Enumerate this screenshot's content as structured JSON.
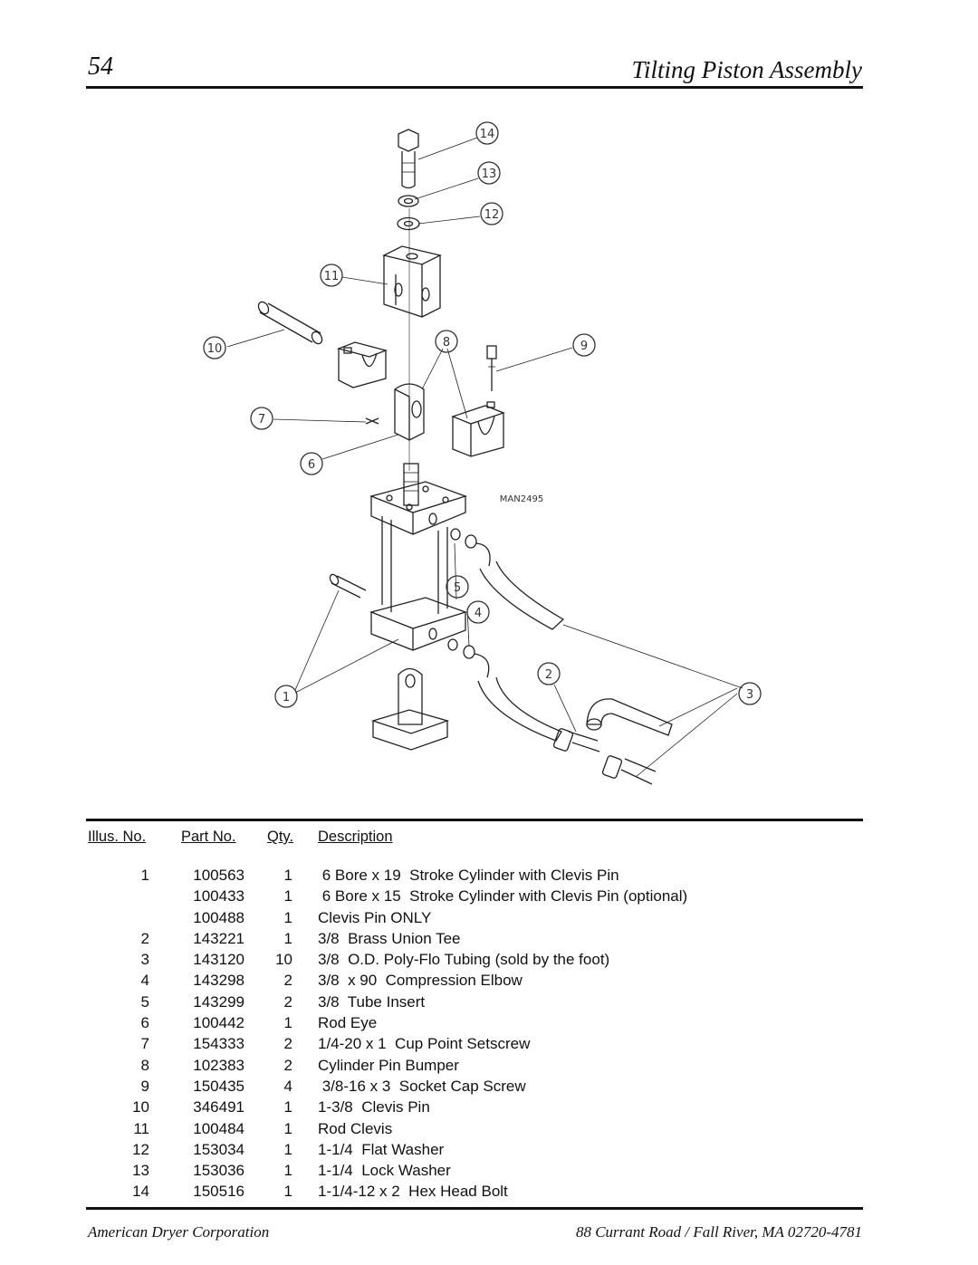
{
  "header": {
    "page_number": "54",
    "title": "Tilting Piston Assembly"
  },
  "drawing": {
    "callouts": [
      "1",
      "2",
      "3",
      "4",
      "5",
      "6",
      "7",
      "8",
      "9",
      "10",
      "11",
      "12",
      "13",
      "14"
    ],
    "drawing_code": "MAN2495"
  },
  "parts_table": {
    "headers": {
      "illus": "Illus. No.",
      "part": "Part No.",
      "qty": "Qty.",
      "desc": "Description"
    },
    "rows": [
      {
        "illus": "1",
        "part": "100563",
        "qty": "1",
        "desc": " 6 Bore x 19  Stroke Cylinder with Clevis Pin"
      },
      {
        "illus": "",
        "part": "100433",
        "qty": "1",
        "desc": " 6 Bore x 15  Stroke Cylinder with Clevis Pin (optional)"
      },
      {
        "illus": "",
        "part": "100488",
        "qty": "1",
        "desc": "Clevis Pin ONLY"
      },
      {
        "illus": "2",
        "part": "143221",
        "qty": "1",
        "desc": "3/8  Brass Union Tee"
      },
      {
        "illus": "3",
        "part": "143120",
        "qty": "10",
        "desc": "3/8  O.D. Poly-Flo Tubing (sold by the foot)"
      },
      {
        "illus": "4",
        "part": "143298",
        "qty": "2",
        "desc": "3/8  x 90  Compression Elbow"
      },
      {
        "illus": "5",
        "part": "143299",
        "qty": "2",
        "desc": "3/8  Tube Insert"
      },
      {
        "illus": "6",
        "part": "100442",
        "qty": "1",
        "desc": "Rod Eye"
      },
      {
        "illus": "7",
        "part": "154333",
        "qty": "2",
        "desc": "1/4-20 x 1  Cup Point Setscrew"
      },
      {
        "illus": "8",
        "part": "102383",
        "qty": "2",
        "desc": "Cylinder Pin Bumper"
      },
      {
        "illus": "9",
        "part": "150435",
        "qty": "4",
        "desc": " 3/8-16 x 3  Socket Cap Screw"
      },
      {
        "illus": "10",
        "part": "346491",
        "qty": "1",
        "desc": "1-3/8  Clevis Pin"
      },
      {
        "illus": "11",
        "part": "100484",
        "qty": "1",
        "desc": "Rod Clevis"
      },
      {
        "illus": "12",
        "part": "153034",
        "qty": "1",
        "desc": "1-1/4  Flat Washer"
      },
      {
        "illus": "13",
        "part": "153036",
        "qty": "1",
        "desc": "1-1/4  Lock Washer"
      },
      {
        "illus": "14",
        "part": "150516",
        "qty": "1",
        "desc": "1-1/4-12 x 2  Hex Head Bolt"
      }
    ]
  },
  "footer": {
    "company": "American Dryer Corporation",
    "address": "88 Currant Road / Fall River, MA 02720-4781"
  }
}
